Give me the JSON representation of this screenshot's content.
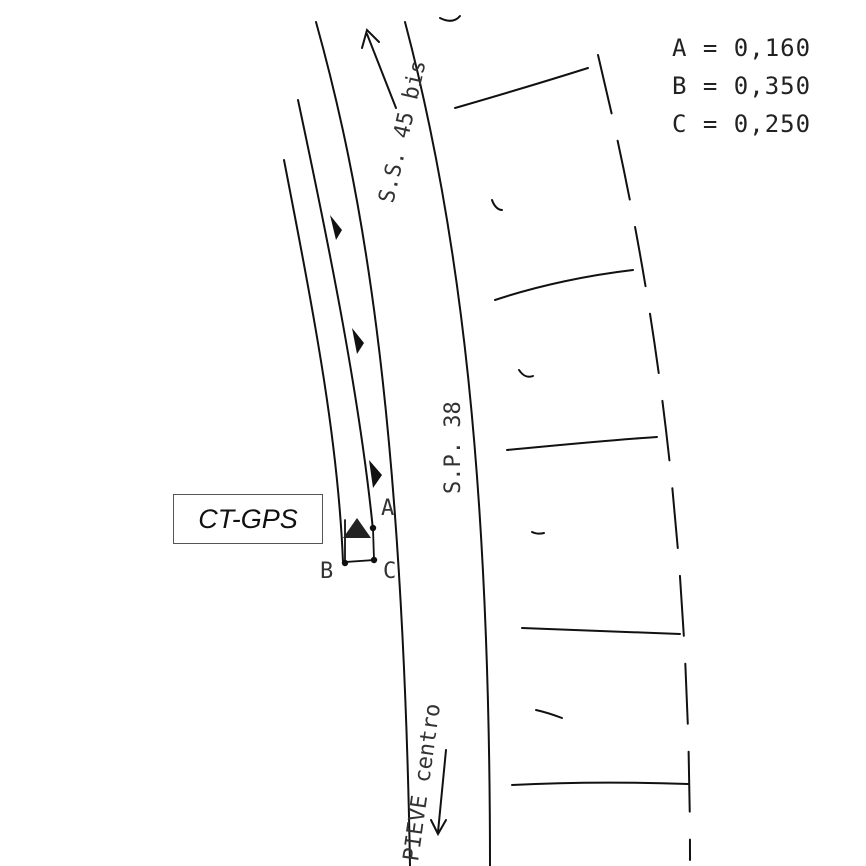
{
  "legend": [
    {
      "key": "A",
      "value": "0,160",
      "text": "A = 0,160"
    },
    {
      "key": "B",
      "value": "0,350",
      "text": "B = 0,350"
    },
    {
      "key": "C",
      "value": "0,250",
      "text": "C = 0,250"
    }
  ],
  "roads": {
    "ss45bis": "S.S. 45 bis",
    "sp38": "S.P. 38",
    "pieve": "PIEVE centro"
  },
  "points": {
    "a": "A",
    "b": "B",
    "c": "C"
  },
  "station_label": "CT-GPS",
  "colors": {
    "ink": "#111111",
    "paper": "#ffffff"
  }
}
